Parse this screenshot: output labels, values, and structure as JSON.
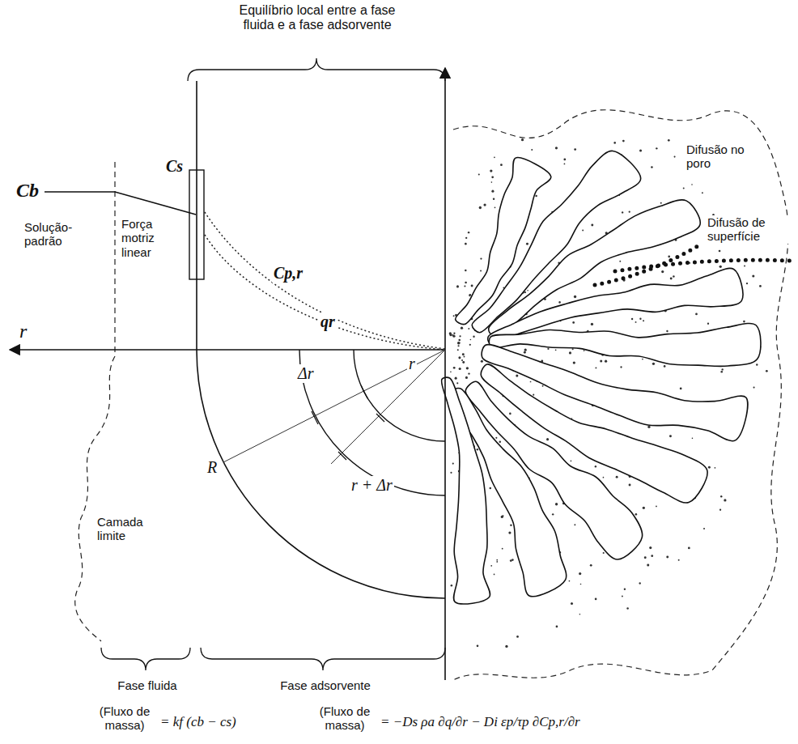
{
  "diagram": {
    "labels": [
      "Equilíbrio local entre a fase fluida e a fase adsorvente",
      "Cb",
      "Cs",
      "Solução-padrão",
      "Força motriz linear",
      "Cp,r",
      "qr",
      "Difusão no poro",
      "Difusão de superfície",
      "r",
      "R",
      "Δr",
      "r",
      "r + Δr",
      "Camada limite",
      "Fase fluida",
      "Fase adsorvente",
      "(Fluxo de massa)",
      "= kf (cb − cs)",
      "(Fluxo de massa)",
      "= −Ds ρa ∂q/∂r − Di εp/τp ∂Cp,r/∂r"
    ]
  }
}
